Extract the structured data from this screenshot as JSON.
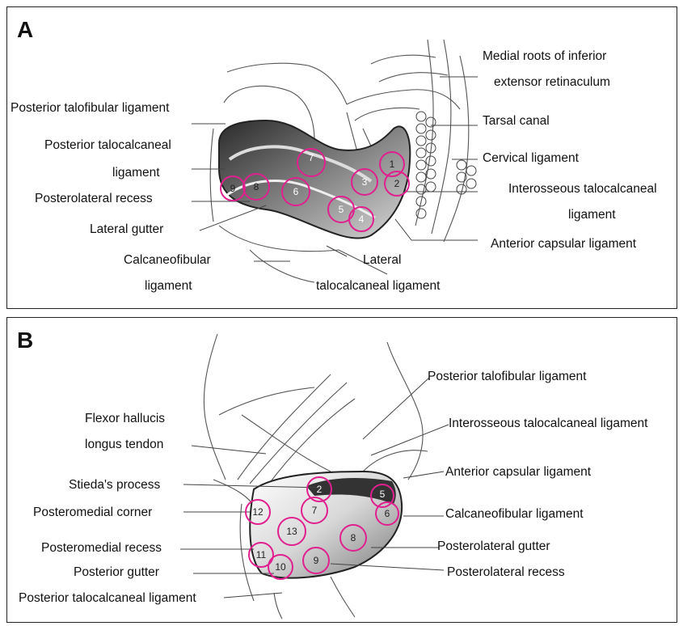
{
  "panel_a": {
    "letter": "A",
    "labels": {
      "medial_roots_1": "Medial roots of inferior",
      "medial_roots_2": "extensor retinaculum",
      "ptfl": "Posterior talofibular ligament",
      "ptcl_1": "Posterior talocalcaneal",
      "ptcl_2": "ligament",
      "tarsal_canal": "Tarsal canal",
      "cervical": "Cervical ligament",
      "plr": "Posterolateral recess",
      "itcl_1": "Interosseous talocalcaneal",
      "itcl_2": "ligament",
      "lat_gutter": "Lateral gutter",
      "acl": "Anterior capsular ligament",
      "cfl_1": "Calcaneofibular",
      "cfl_2": "ligament",
      "ltcl_1": "Lateral",
      "ltcl_2": "talocalcaneal ligament"
    },
    "markers": [
      "1",
      "2",
      "3",
      "4",
      "5",
      "6",
      "7",
      "8",
      "9"
    ]
  },
  "panel_b": {
    "letter": "B",
    "labels": {
      "ptfl": "Posterior talofibular ligament",
      "fhl_1": "Flexor hallucis",
      "fhl_2": "longus tendon",
      "itcl": "Interosseous talocalcaneal ligament",
      "acl": "Anterior capsular ligament",
      "stieda": "Stieda's process",
      "pm_corner": "Posteromedial corner",
      "cfl": "Calcaneofibular ligament",
      "pl_gutter": "Posterolateral gutter",
      "pm_recess": "Posteromedial recess",
      "post_gutter": "Posterior gutter",
      "pl_recess": "Posterolateral recess",
      "ptcl": "Posterior talocalcaneal ligament"
    },
    "markers": [
      "2",
      "5",
      "6",
      "7",
      "8",
      "9",
      "10",
      "11",
      "12",
      "13"
    ]
  },
  "colors": {
    "marker_ring": "#e0208f",
    "border": "#222222",
    "line": "#444444"
  }
}
